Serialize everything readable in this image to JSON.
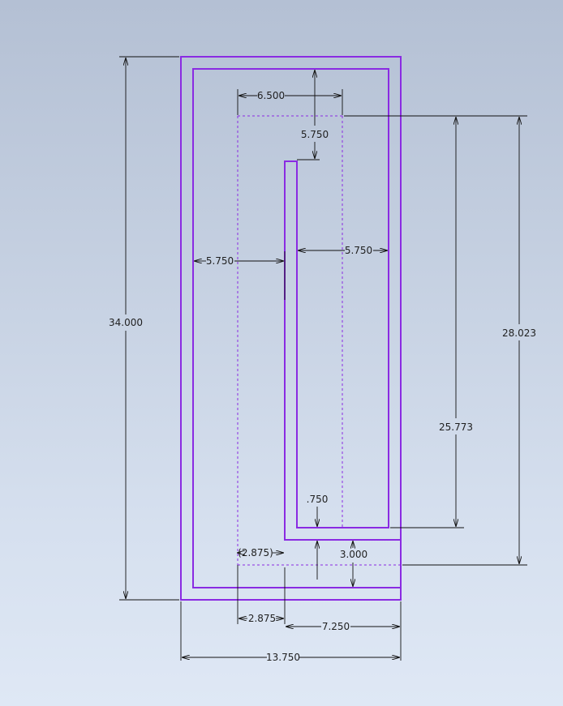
{
  "sketch": {
    "dimensions": {
      "overall_height": "34.000",
      "overall_width": "13.750",
      "top_width": "6.500",
      "top_gap": "5.750",
      "left_offset": "5.750",
      "right_offset": "5.750",
      "inner_height": "25.773",
      "outer_height": "28.023",
      "small_gap": ".750",
      "bottom_gap": "3.000",
      "ref_offset": "(2.875)",
      "left_bottom": "2.875",
      "right_bottom": "7.250"
    },
    "colors": {
      "sketch_line": "#8a2be2",
      "dimension_line": "#111111",
      "background_top": "#b4c0d4",
      "background_bottom": "#dfe8f5"
    }
  }
}
